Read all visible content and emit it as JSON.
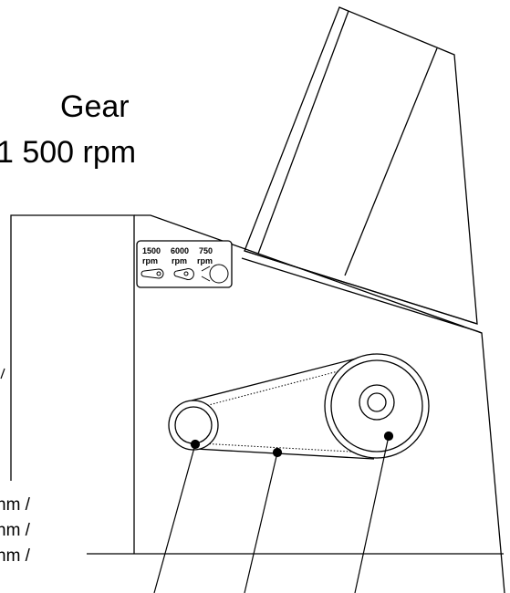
{
  "title": {
    "line1": "Gear",
    "line2": "1 500 rpm"
  },
  "speed_panel": {
    "labels": [
      {
        "top": "1500",
        "bottom": "rpm"
      },
      {
        "top": "6000",
        "bottom": "rpm"
      },
      {
        "top": "750",
        "bottom": "rpm"
      }
    ]
  },
  "left_labels": {
    "line1": "nm /",
    "line2": "nm /",
    "line3": "nm /"
  }
}
